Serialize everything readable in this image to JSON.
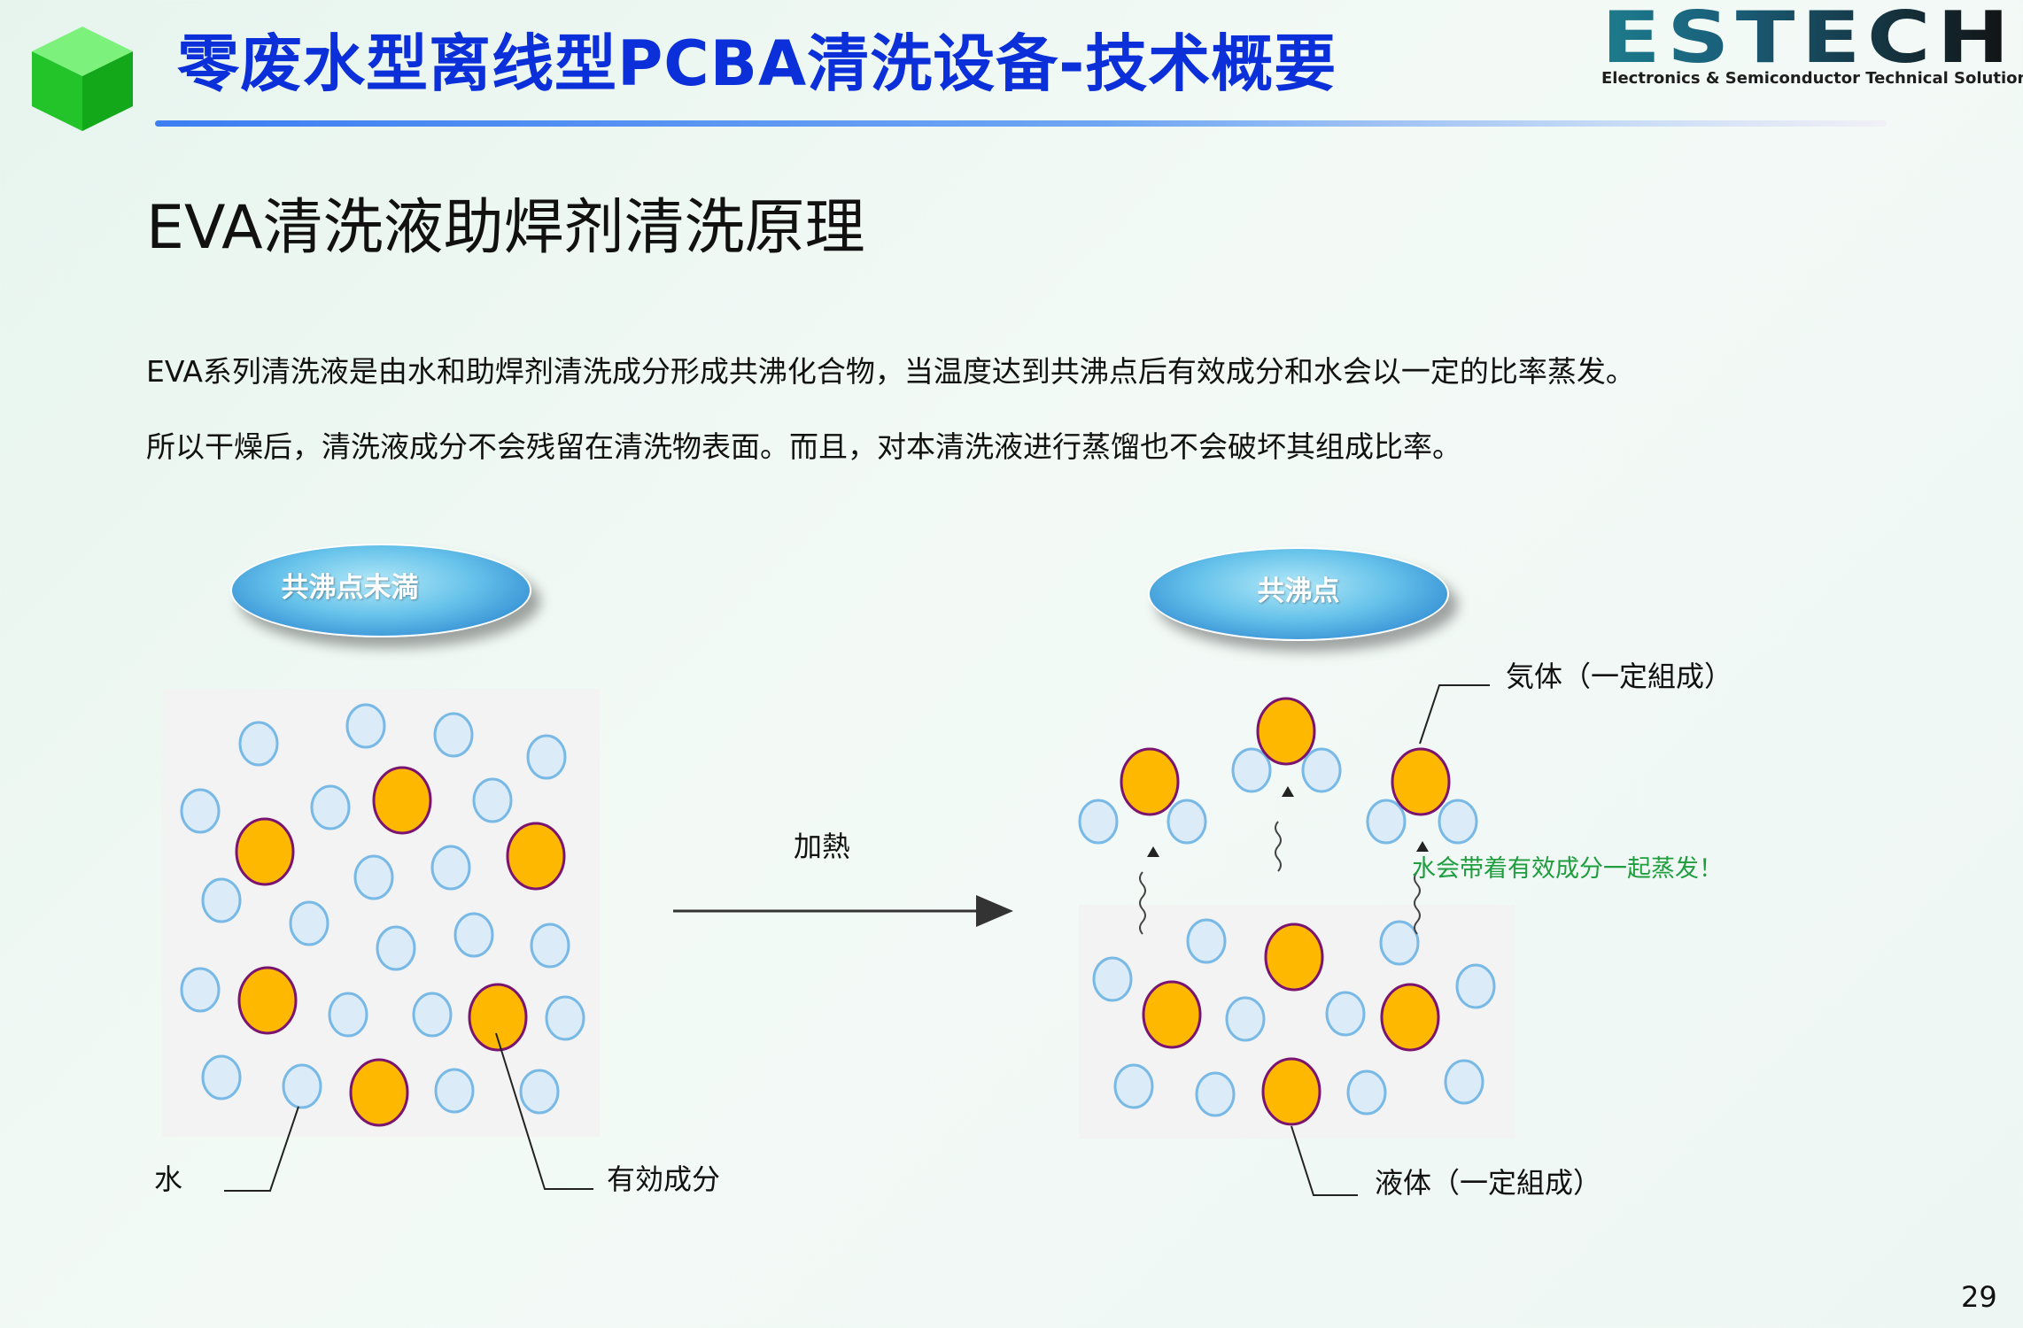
{
  "header": {
    "title": "零废水型离线型PCBA清洗设备-技术概要",
    "brand_name": "ESTECH",
    "brand_tagline": "Electronics & Semiconductor Technical Solution",
    "logo_icon": "green-cube-icon"
  },
  "section": {
    "heading": "EVA清洗液助焊剂清洗原理"
  },
  "body": {
    "paragraph_1": "EVA系列清洗液是由水和助焊剂清洗成分形成共沸化合物，当温度达到共沸点后有效成分和水会以一定的比率蒸发。",
    "paragraph_2": "所以干燥后，清洗液成分不会残留在清洗物表面。而且，对本清洗液进行蒸馏也不会破坏其组成比率。"
  },
  "diagram": {
    "left_state_label": "共沸点未満",
    "right_state_label": "共沸点",
    "arrow_label": "加熱",
    "water_label": "水",
    "active_component_label": "有効成分",
    "gas_label": "気体（一定組成）",
    "liquid_label": "液体（一定組成）",
    "note": "水会带着有效成分一起蒸发！",
    "colors": {
      "water_fill": "#dcebf8",
      "water_stroke": "#79b9e6",
      "active_fill": "#ffb800",
      "active_stroke": "#7a1470",
      "note": "#1e9e3e",
      "title": "#0b2fd8"
    }
  },
  "footer": {
    "page_number": "29"
  }
}
